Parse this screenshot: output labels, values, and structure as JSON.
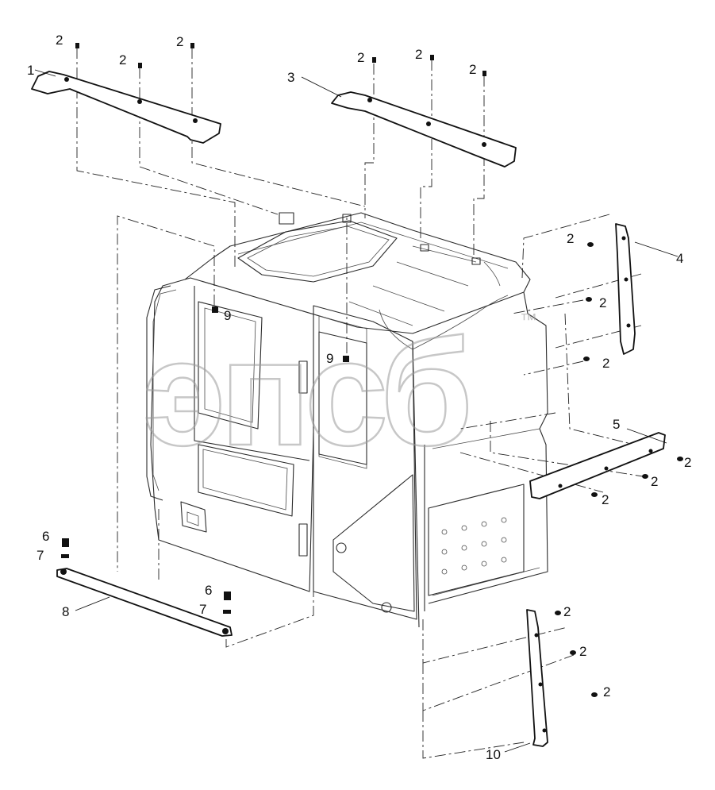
{
  "callouts": {
    "c1": "1",
    "c2": "2",
    "c3": "3",
    "c4": "4",
    "c5": "5",
    "c6": "6",
    "c7": "7",
    "c8": "8",
    "c9": "9",
    "c10": "10"
  },
  "watermark": {
    "text": "эпсб",
    "mark": "™"
  },
  "colors": {
    "line": "#111111",
    "watermark": "#9a9a9a"
  }
}
